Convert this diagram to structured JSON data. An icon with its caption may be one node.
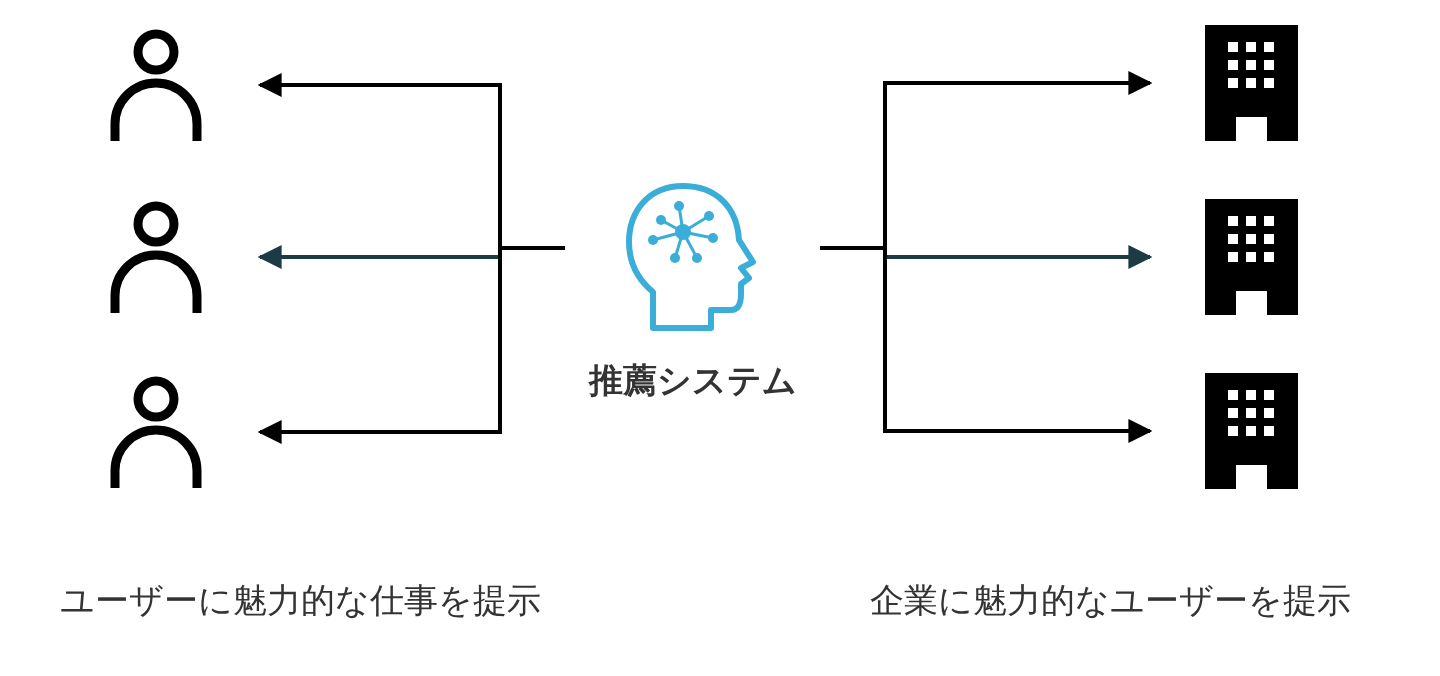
{
  "diagram": {
    "nodes": [
      {
        "text": [],
        "shape": "person"
      },
      {
        "text": [],
        "shape": "person"
      },
      {
        "text": [],
        "shape": "person"
      },
      {
        "text": [
          "推薦システム"
        ]
      },
      {
        "text": [],
        "shape": "building"
      },
      {
        "text": [],
        "shape": "building"
      },
      {
        "text": [],
        "shape": "building"
      }
    ],
    "edges": [
      {
        "from": 3,
        "to": 0,
        "arrow": "to"
      },
      {
        "from": 3,
        "to": 1,
        "arrow": "to",
        "color": "#1c3b45"
      },
      {
        "from": 3,
        "to": 2,
        "arrow": "to"
      },
      {
        "from": 3,
        "to": 4,
        "arrow": "to"
      },
      {
        "from": 3,
        "to": 5,
        "arrow": "to",
        "color": "#1c3b45"
      },
      {
        "from": 3,
        "to": 6,
        "arrow": "to"
      }
    ],
    "labels": [
      "ユーザーに魅力的な仕事を提示",
      "企業に魅力的なユーザーを提示"
    ]
  }
}
